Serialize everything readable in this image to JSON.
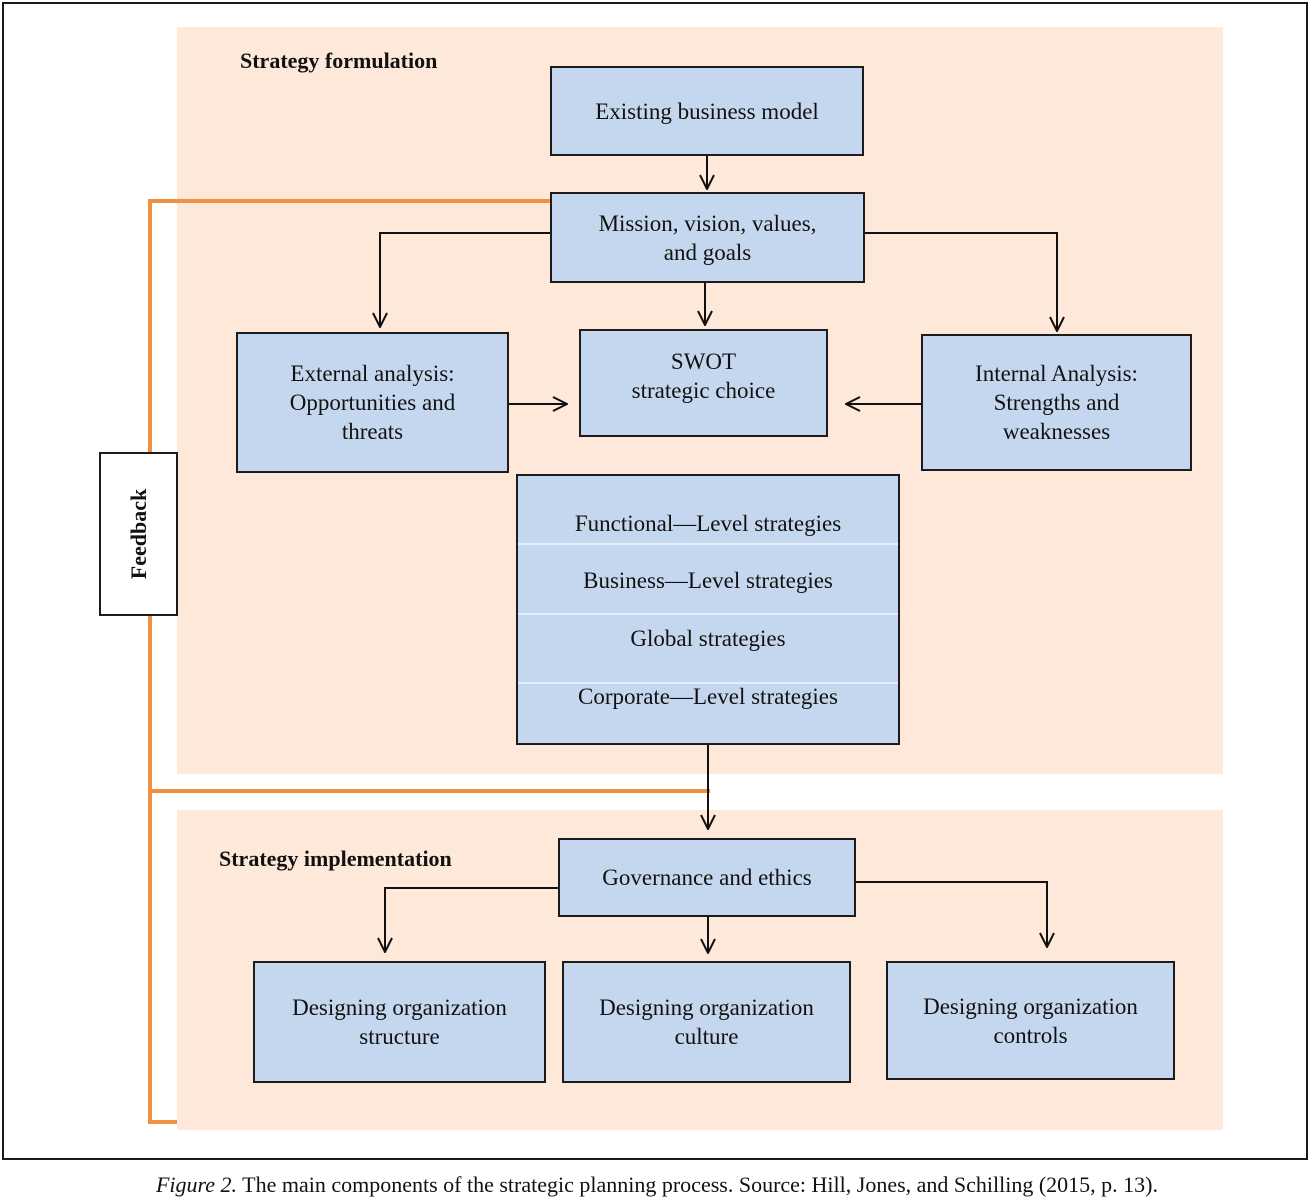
{
  "sections": {
    "formulation": "Strategy formulation",
    "implementation": "Strategy implementation"
  },
  "boxes": {
    "existing_business_model": "Existing business model",
    "mission": "Mission, vision, values,\nand goals",
    "external_analysis": "External analysis:\nOpportunities and\nthreats",
    "swot": "SWOT\nstrategic choice",
    "internal_analysis": "Internal Analysis:\nStrengths and\nweaknesses",
    "governance": "Governance and ethics",
    "org_structure": "Designing organization\nstructure",
    "org_culture": "Designing organization\nculture",
    "org_controls": "Designing organization\ncontrols"
  },
  "strategy_levels": [
    "Functional—Level strategies",
    "Business—Level strategies",
    "Global strategies",
    "Corporate—Level strategies"
  ],
  "feedback_label": "Feedback",
  "caption": {
    "figure": "Figure 2.",
    "text": " The main components of the strategic planning process. Source: Hill, Jones, and Schilling (2015, p. 13)."
  },
  "colors": {
    "panel": "#fde8d9",
    "box": "#c5d7ef",
    "feedback_line": "#f0913f"
  }
}
